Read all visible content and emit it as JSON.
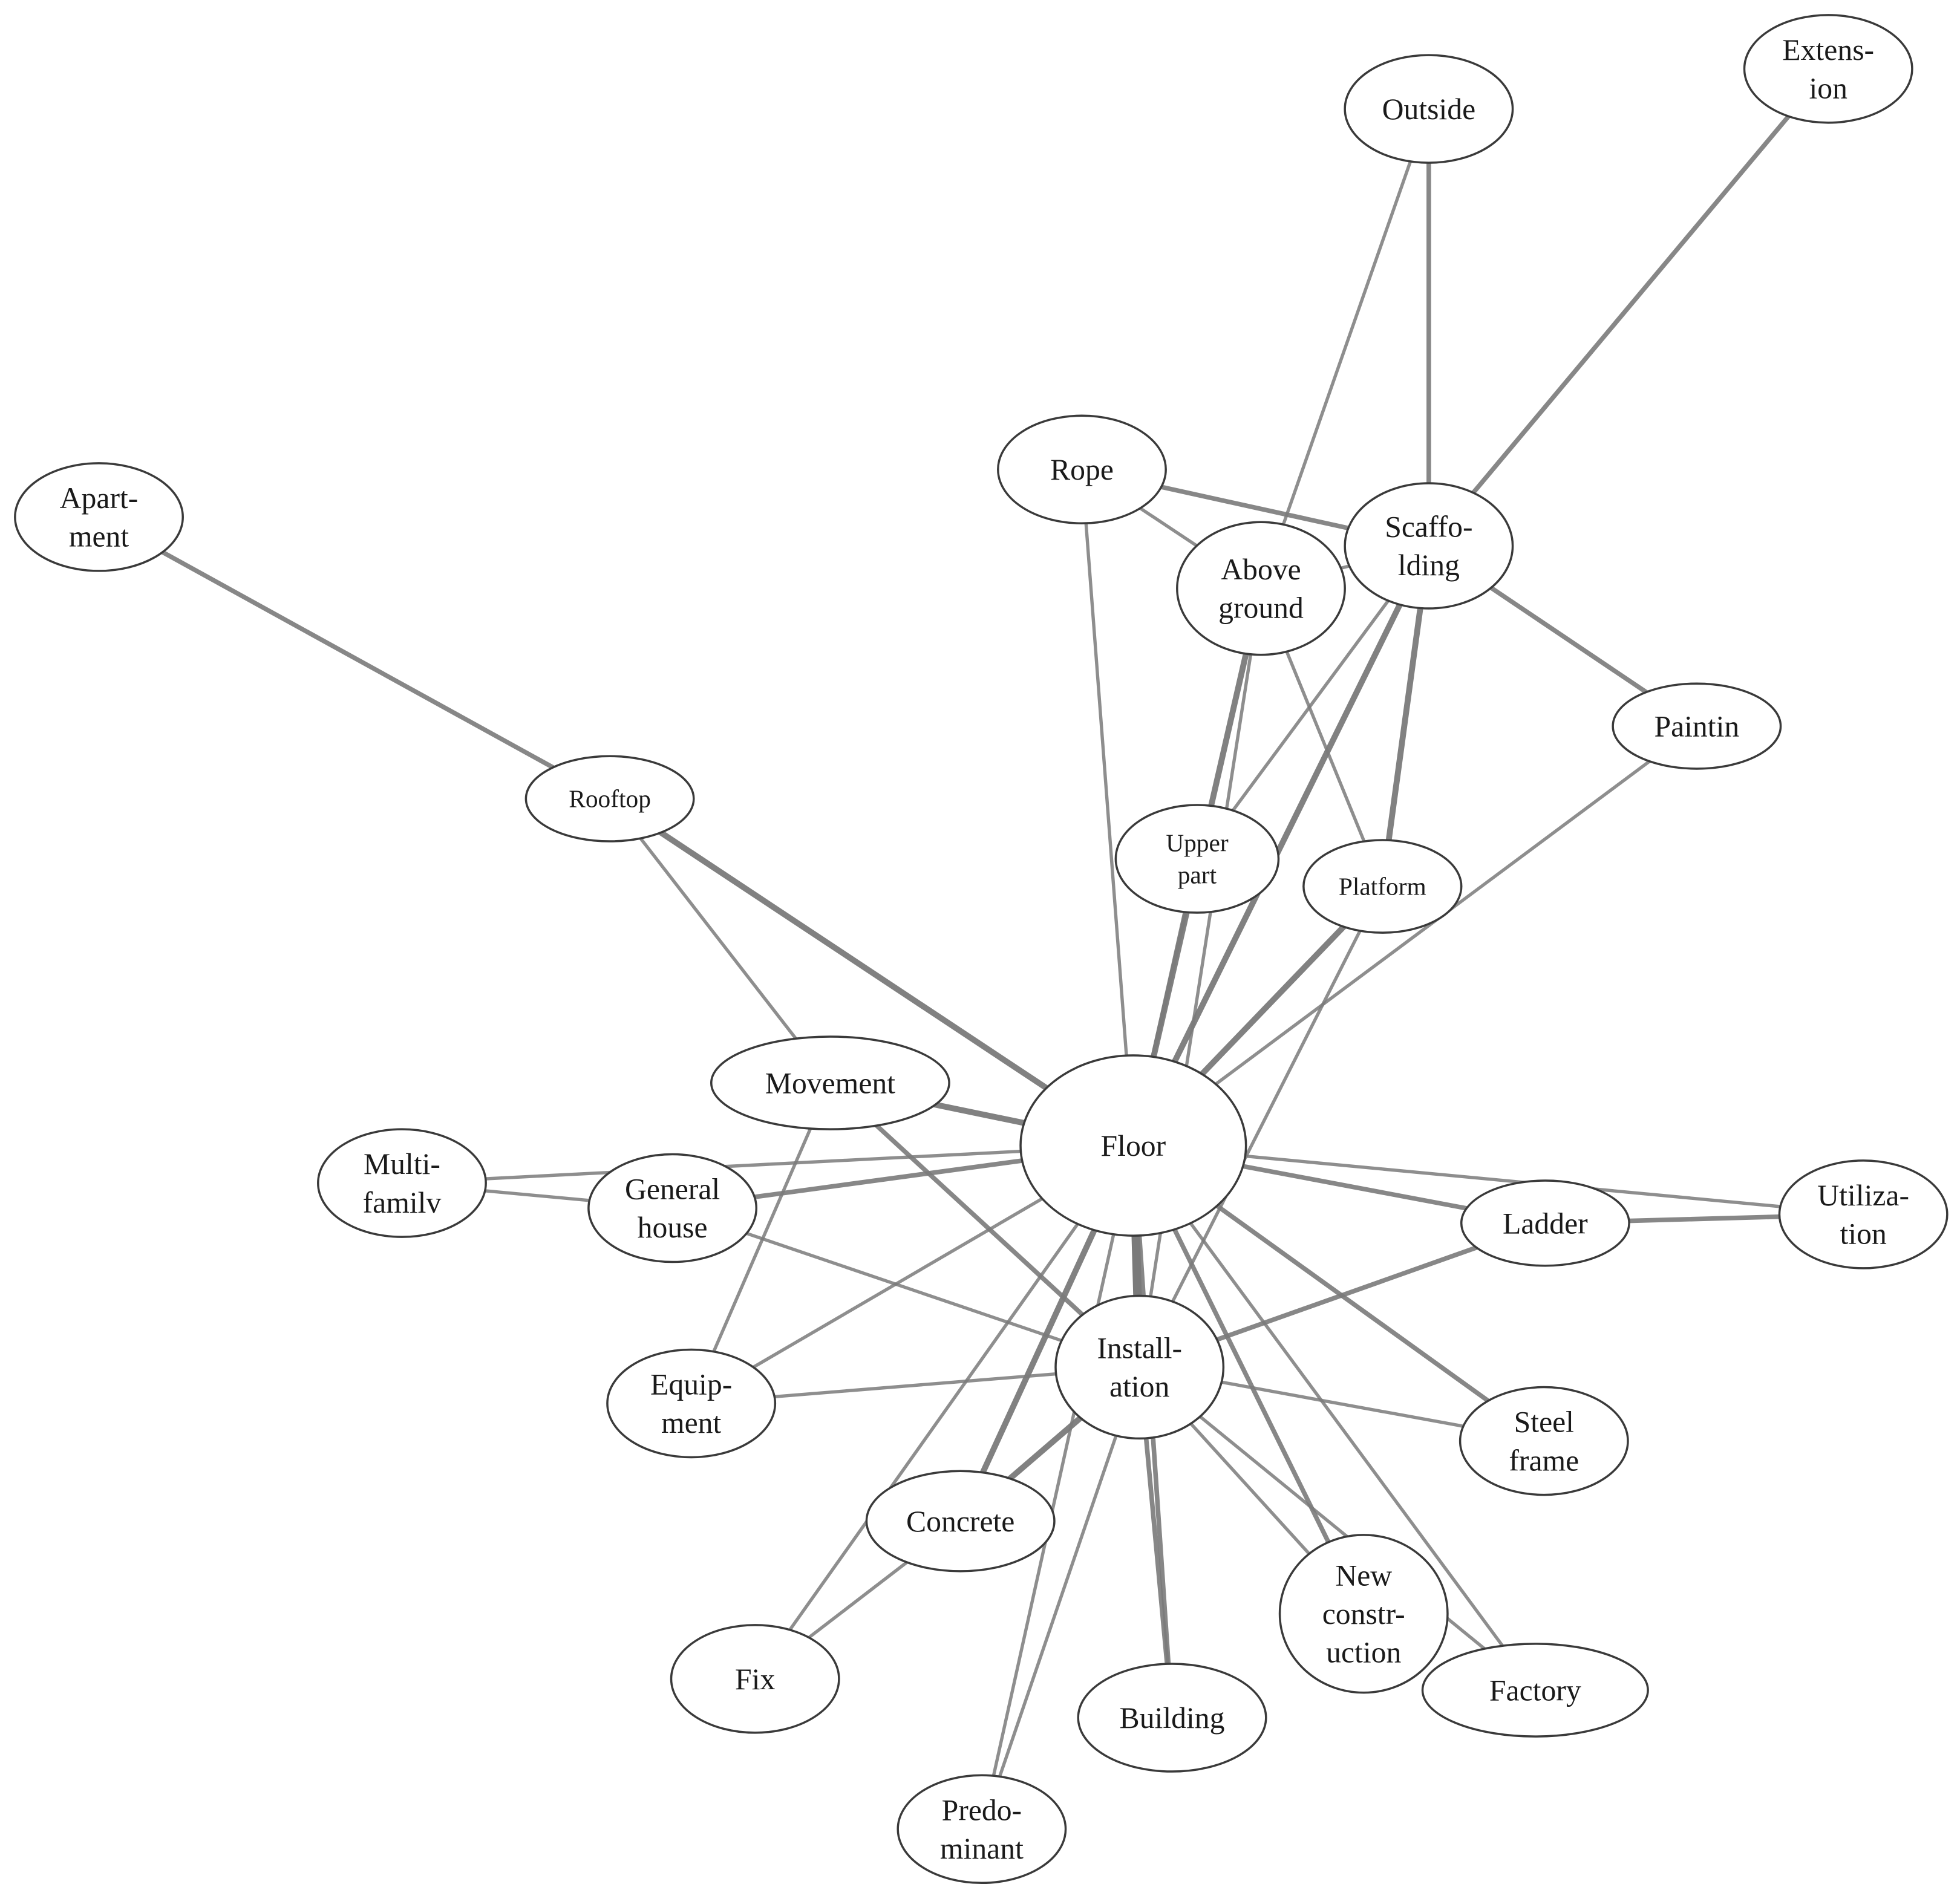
{
  "network": {
    "nodes": [
      {
        "id": "floor",
        "lines": [
          "Floor"
        ]
      },
      {
        "id": "installation",
        "lines": [
          "Install-",
          "ation"
        ]
      },
      {
        "id": "scaffolding",
        "lines": [
          "Scaffo-",
          "lding"
        ]
      },
      {
        "id": "above_ground",
        "lines": [
          "Above",
          "ground"
        ]
      },
      {
        "id": "outside",
        "lines": [
          "Outside"
        ]
      },
      {
        "id": "extension",
        "lines": [
          "Extens-",
          "ion"
        ]
      },
      {
        "id": "rope",
        "lines": [
          "Rope"
        ]
      },
      {
        "id": "apartment",
        "lines": [
          "Apart-",
          "ment"
        ]
      },
      {
        "id": "rooftop",
        "lines": [
          "Rooftop"
        ]
      },
      {
        "id": "painting",
        "lines": [
          "Paintin"
        ]
      },
      {
        "id": "upper_part",
        "lines": [
          "Upper",
          "part"
        ]
      },
      {
        "id": "platform",
        "lines": [
          "Platform"
        ]
      },
      {
        "id": "movement",
        "lines": [
          "Movement"
        ]
      },
      {
        "id": "multi_family",
        "lines": [
          "Multi-",
          "familv"
        ]
      },
      {
        "id": "general_house",
        "lines": [
          "General",
          "house"
        ]
      },
      {
        "id": "ladder",
        "lines": [
          "Ladder"
        ]
      },
      {
        "id": "utilization",
        "lines": [
          "Utiliza-",
          "tion"
        ]
      },
      {
        "id": "equipment",
        "lines": [
          "Equip-",
          "ment"
        ]
      },
      {
        "id": "steel_frame",
        "lines": [
          "Steel",
          "frame"
        ]
      },
      {
        "id": "concrete",
        "lines": [
          "Concrete"
        ]
      },
      {
        "id": "fix",
        "lines": [
          "Fix"
        ]
      },
      {
        "id": "building",
        "lines": [
          "Building"
        ]
      },
      {
        "id": "new_construction",
        "lines": [
          "New",
          "constr-",
          "uction"
        ]
      },
      {
        "id": "factory",
        "lines": [
          "Factory"
        ]
      },
      {
        "id": "predominant",
        "lines": [
          "Predo-",
          "minant"
        ]
      }
    ],
    "edges": [
      {
        "source": "apartment",
        "target": "rooftop",
        "weight": 3
      },
      {
        "source": "rooftop",
        "target": "floor",
        "weight": 4
      },
      {
        "source": "rooftop",
        "target": "movement",
        "weight": 2
      },
      {
        "source": "outside",
        "target": "above_ground",
        "weight": 2
      },
      {
        "source": "outside",
        "target": "scaffolding",
        "weight": 3
      },
      {
        "source": "extension",
        "target": "scaffolding",
        "weight": 3
      },
      {
        "source": "rope",
        "target": "scaffolding",
        "weight": 3
      },
      {
        "source": "rope",
        "target": "above_ground",
        "weight": 2
      },
      {
        "source": "rope",
        "target": "floor",
        "weight": 2
      },
      {
        "source": "scaffolding",
        "target": "above_ground",
        "weight": 2
      },
      {
        "source": "scaffolding",
        "target": "painting",
        "weight": 3
      },
      {
        "source": "scaffolding",
        "target": "floor",
        "weight": 4
      },
      {
        "source": "scaffolding",
        "target": "upper_part",
        "weight": 2
      },
      {
        "source": "scaffolding",
        "target": "platform",
        "weight": 4
      },
      {
        "source": "above_ground",
        "target": "floor",
        "weight": 4
      },
      {
        "source": "above_ground",
        "target": "installation",
        "weight": 2
      },
      {
        "source": "above_ground",
        "target": "platform",
        "weight": 2
      },
      {
        "source": "painting",
        "target": "floor",
        "weight": 2
      },
      {
        "source": "upper_part",
        "target": "floor",
        "weight": 3
      },
      {
        "source": "platform",
        "target": "floor",
        "weight": 4
      },
      {
        "source": "platform",
        "target": "installation",
        "weight": 2
      },
      {
        "source": "movement",
        "target": "floor",
        "weight": 4
      },
      {
        "source": "movement",
        "target": "installation",
        "weight": 3
      },
      {
        "source": "movement",
        "target": "equipment",
        "weight": 2
      },
      {
        "source": "multi_family",
        "target": "floor",
        "weight": 2
      },
      {
        "source": "multi_family",
        "target": "general_house",
        "weight": 2
      },
      {
        "source": "general_house",
        "target": "floor",
        "weight": 3
      },
      {
        "source": "general_house",
        "target": "installation",
        "weight": 2
      },
      {
        "source": "floor",
        "target": "ladder",
        "weight": 3
      },
      {
        "source": "floor",
        "target": "utilization",
        "weight": 2
      },
      {
        "source": "floor",
        "target": "installation",
        "weight": 6
      },
      {
        "source": "floor",
        "target": "equipment",
        "weight": 2
      },
      {
        "source": "floor",
        "target": "steel_frame",
        "weight": 3
      },
      {
        "source": "floor",
        "target": "concrete",
        "weight": 4
      },
      {
        "source": "floor",
        "target": "fix",
        "weight": 2
      },
      {
        "source": "floor",
        "target": "building",
        "weight": 3
      },
      {
        "source": "floor",
        "target": "new_construction",
        "weight": 3
      },
      {
        "source": "floor",
        "target": "factory",
        "weight": 2
      },
      {
        "source": "floor",
        "target": "predominant",
        "weight": 2
      },
      {
        "source": "ladder",
        "target": "utilization",
        "weight": 3
      },
      {
        "source": "ladder",
        "target": "installation",
        "weight": 3
      },
      {
        "source": "installation",
        "target": "equipment",
        "weight": 2
      },
      {
        "source": "installation",
        "target": "steel_frame",
        "weight": 2
      },
      {
        "source": "installation",
        "target": "concrete",
        "weight": 4
      },
      {
        "source": "installation",
        "target": "building",
        "weight": 3
      },
      {
        "source": "installation",
        "target": "new_construction",
        "weight": 2
      },
      {
        "source": "installation",
        "target": "factory",
        "weight": 2
      },
      {
        "source": "installation",
        "target": "predominant",
        "weight": 2
      },
      {
        "source": "concrete",
        "target": "fix",
        "weight": 2
      }
    ]
  }
}
